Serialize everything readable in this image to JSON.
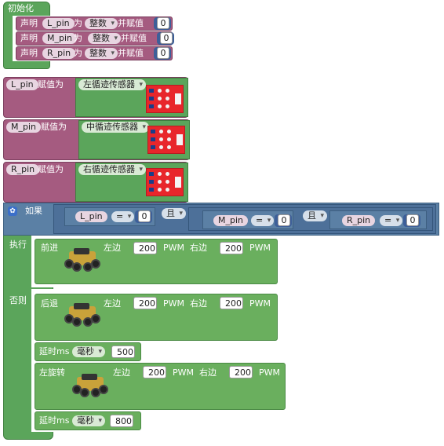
{
  "init": {
    "title": "初始化",
    "declarations": [
      {
        "keyword": "声明",
        "var": "L_pin",
        "as": "为",
        "type": "整数",
        "assign": "并赋值",
        "value": "0"
      },
      {
        "keyword": "声明",
        "var": "M_pin",
        "as": "为",
        "type": "整数",
        "assign": "并赋值",
        "value": "0"
      },
      {
        "keyword": "声明",
        "var": "R_pin",
        "as": "为",
        "type": "整数",
        "assign": "并赋值",
        "value": "0"
      }
    ]
  },
  "assigns": [
    {
      "var": "L_pin",
      "label": "赋值为",
      "sensor": "左循迹传感器"
    },
    {
      "var": "M_pin",
      "label": "赋值为",
      "sensor": "中循迹传感器"
    },
    {
      "var": "R_pin",
      "label": "赋值为",
      "sensor": "右循迹传感器"
    }
  ],
  "if_block": {
    "if_label": "如果",
    "and_label": "且",
    "conditions": [
      {
        "var": "L_pin",
        "op": "=",
        "value": "0"
      },
      {
        "var": "M_pin",
        "op": "=",
        "value": "0"
      },
      {
        "var": "R_pin",
        "op": "=",
        "value": "0"
      }
    ],
    "then_label": "执行",
    "else_label": "否则"
  },
  "actions": {
    "forward": {
      "label": "前进",
      "left": "左边",
      "left_val": "200",
      "unit": "PWM",
      "right": "右边",
      "right_val": "200"
    },
    "backward": {
      "label": "后退",
      "left": "左边",
      "left_val": "200",
      "unit": "PWM",
      "right": "右边",
      "right_val": "200"
    },
    "delay1": {
      "label": "延时ms",
      "unit": "毫秒",
      "value": "500"
    },
    "turn_left": {
      "label": "左旋转",
      "left": "左边",
      "left_val": "200",
      "unit": "PWM",
      "right": "右边",
      "right_val": "200"
    },
    "delay2": {
      "label": "延时ms",
      "unit": "毫秒",
      "value": "800"
    }
  }
}
